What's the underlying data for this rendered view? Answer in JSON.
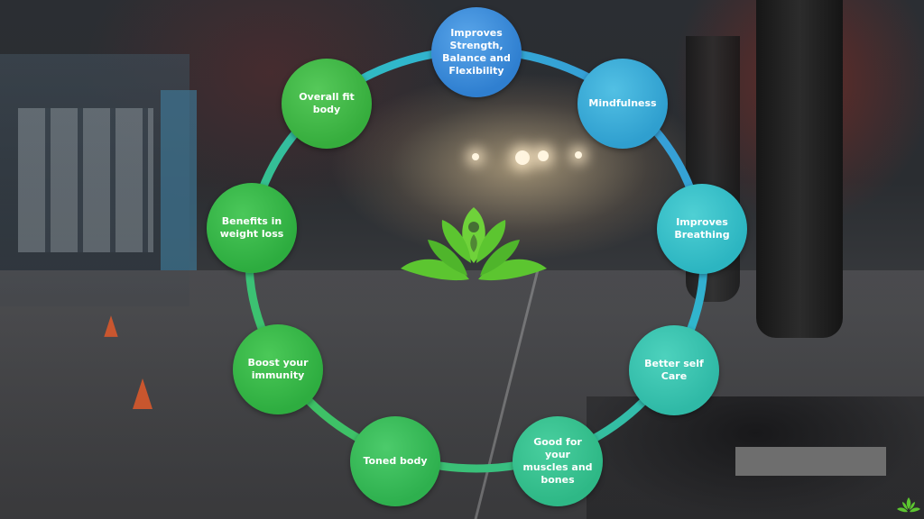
{
  "diagram": {
    "nodes": [
      {
        "id": "strength",
        "lines": [
          "Improves",
          "Strength,",
          "Balance and",
          "Flexibility"
        ],
        "color": "#2f7fd0"
      },
      {
        "id": "mindfulness",
        "lines": [
          "Mindfulness"
        ],
        "color": "#2f9fcf"
      },
      {
        "id": "breathing",
        "lines": [
          "Improves",
          "Breathing"
        ],
        "color": "#2cb5c1"
      },
      {
        "id": "selfcare",
        "lines": [
          "Better self Care"
        ],
        "color": "#2fb9a6"
      },
      {
        "id": "muscles",
        "lines": [
          "Good for your",
          "muscles and",
          "bones"
        ],
        "color": "#2eb886"
      },
      {
        "id": "toned",
        "lines": [
          "Toned body"
        ],
        "color": "#2eb04e"
      },
      {
        "id": "immunity",
        "lines": [
          "Boost your",
          "immunity"
        ],
        "color": "#2ead40"
      },
      {
        "id": "weightloss",
        "lines": [
          "Benefits in",
          "weight loss"
        ],
        "color": "#2dac3f"
      },
      {
        "id": "overall",
        "lines": [
          "Overall fit",
          "body"
        ],
        "color": "#36ad3d"
      }
    ],
    "ring_color_start": "#3a8de0",
    "ring_color_end": "#45c24a",
    "center_icon": "lotus-leaf-logo-icon",
    "corner_icon": "lotus-leaf-small-icon",
    "logo_color": "#5cc530"
  }
}
